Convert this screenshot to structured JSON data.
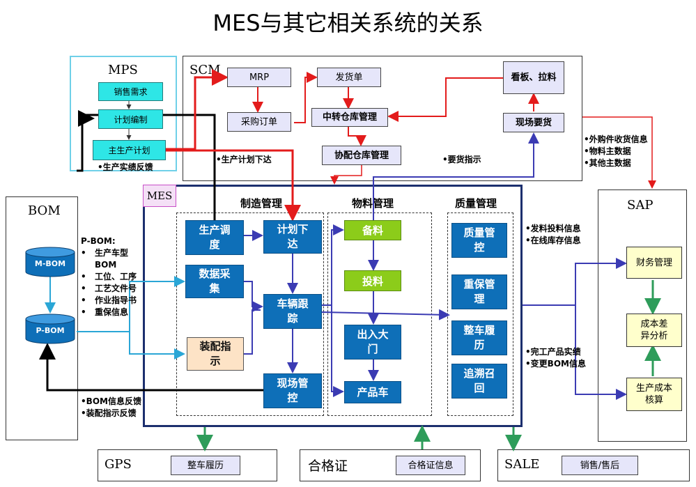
{
  "title": "MES与其它相关系统的关系",
  "mps": {
    "label": "MPS",
    "sales_demand": "销售需求",
    "plan_compile": "计划编制",
    "master_plan": "主生产计划",
    "feedback_note": "•生产实绩反馈"
  },
  "scm": {
    "label": "SCM",
    "mrp": "MRP",
    "purchase_order": "采购订单",
    "delivery_note": "发货单",
    "transit_warehouse": "中转仓库管理",
    "coop_warehouse": "协配仓库管理",
    "kanban": "看板、拉料",
    "onsite_request": "现场要货",
    "plan_issue_note": "•生产计划下达",
    "request_note": "•要货指示"
  },
  "scm_to_sap_notes": [
    "•外购件收货信息",
    "•物料主数据",
    "•其他主数据"
  ],
  "bom": {
    "label": "BOM",
    "mbom": "M-BOM",
    "pbom": "P-BOM",
    "pbom_title": "P-BOM:",
    "items": [
      "生产车型",
      "BOM",
      "工位、工序",
      "工艺文件号",
      "作业指导书",
      "重保信息"
    ],
    "feedback_notes": [
      "•BOM信息反馈",
      "•装配指示反馈"
    ]
  },
  "mes": {
    "label": "MES",
    "mfg": {
      "header": "制造管理",
      "dispatch": "生产调度",
      "plan_issue": "计划下达",
      "data_collect": "数据采集",
      "vehicle_track": "车辆跟踪",
      "assembly": "装配指示",
      "site_control": "现场管控"
    },
    "material": {
      "header": "物料管理",
      "prepare": "备料",
      "feed": "投料",
      "gate": "出入大门",
      "product_car": "产品车"
    },
    "quality": {
      "header": "质量管理",
      "control": "质量管控",
      "warranty": "重保管理",
      "history": "整车履历",
      "recall": "追溯召回"
    }
  },
  "mes_to_sap_notes_top": [
    "•发料投料信息",
    "•在线库存信息"
  ],
  "mes_to_sap_notes_bottom": [
    "•完工产品实绩",
    "•变更BOM信息"
  ],
  "sap": {
    "label": "SAP",
    "finance": "财务管理",
    "cost_diff": "成本差异分析",
    "prod_cost": "生产成本核算"
  },
  "gps": {
    "label": "GPS",
    "item": "整车履历"
  },
  "cert": {
    "label": "合格证",
    "item": "合格证信息"
  },
  "sale": {
    "label": "SALE",
    "item": "销售/售后"
  },
  "colors": {
    "red": "#e31b1b",
    "blue_arrow": "#3b3bb3",
    "teal_arrow": "#2aa6d6",
    "green_arrow": "#2e9c5a",
    "box_blue": "#0e6fb8"
  }
}
